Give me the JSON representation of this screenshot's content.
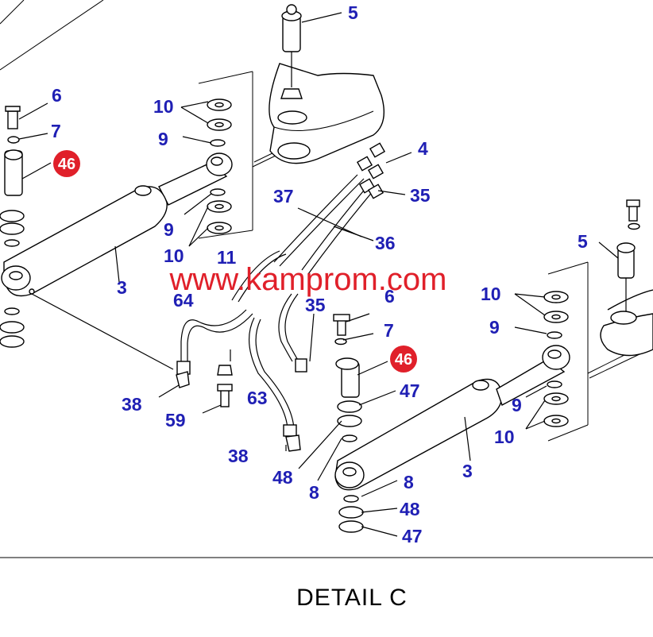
{
  "caption": "DETAIL  C",
  "watermark": "www.kamprom.com",
  "colors": {
    "label": "#1f1fb4",
    "badge": "#e0202a",
    "watermark": "#e0202a",
    "line": "#000000"
  },
  "callouts": [
    "5",
    "6",
    "7",
    "46",
    "10",
    "9",
    "9",
    "10",
    "11",
    "3",
    "4",
    "35",
    "37",
    "36",
    "64",
    "35",
    "6",
    "7",
    "46",
    "47",
    "63",
    "38",
    "59",
    "38",
    "48",
    "8",
    "10",
    "9",
    "5",
    "9",
    "10",
    "3",
    "8",
    "48",
    "47"
  ],
  "badges": [
    "46",
    "46"
  ]
}
